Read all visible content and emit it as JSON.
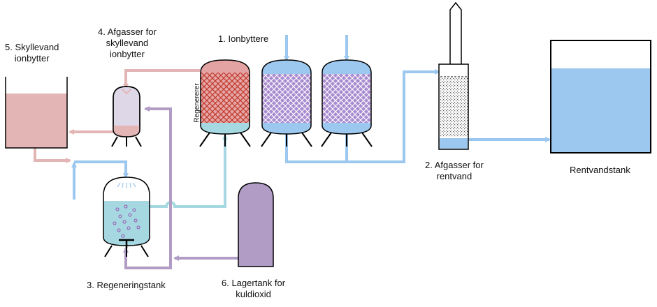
{
  "labels": {
    "ion_exchangers": "1. Ionbyttere",
    "degasser_clean_line1": "2. Afgasser for",
    "degasser_clean_line2": "rentvand",
    "regen_tank": "3. Regeneringstank",
    "degasser_rinse_line1": "4. Afgasser for",
    "degasser_rinse_line2": "skyllevand",
    "degasser_rinse_line3": "ionbytter",
    "rinse_tank_line1": "5. Skyllevand",
    "rinse_tank_line2": "ionbytter",
    "co2_tank_line1": "6. Lagertank for",
    "co2_tank_line2": "kuldioxid",
    "clean_water_tank": "Rentvandstank",
    "regenerating": "Regenererer"
  },
  "colors": {
    "water_blue": "#9cc8f0",
    "pipe_blue": "#9cc8f0",
    "regen_liquid": "#a6d8e2",
    "rinse_pink": "#e3b5b5",
    "co2_purple": "#b09cc4",
    "exchanger_purple": "#a687cc",
    "exchanger_red": "#e3a3a3",
    "outline": "#000000"
  }
}
